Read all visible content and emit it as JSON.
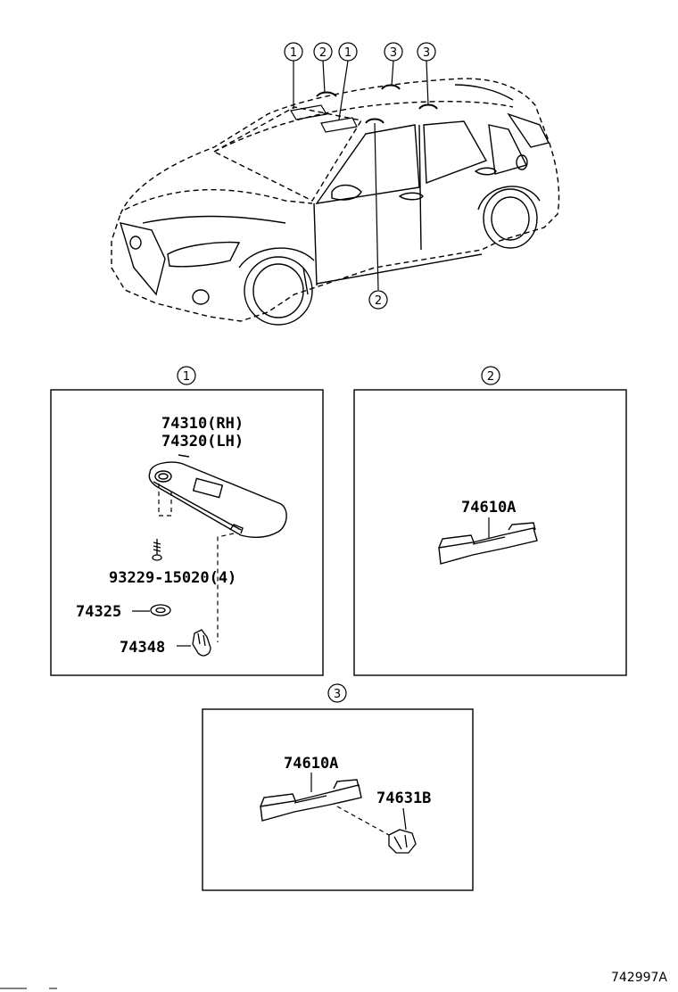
{
  "callouts": {
    "car_top": [
      "1",
      "2",
      "1",
      "3",
      "3"
    ],
    "car_bottom": "2",
    "panel1": "1",
    "panel2": "2",
    "panel3": "3"
  },
  "panel1": {
    "visor_rh": "74310(RH)",
    "visor_lh": "74320(LH)",
    "screw": "93229-15020(4)",
    "washer": "74325",
    "clip": "74348"
  },
  "panel2": {
    "grip": "74610A"
  },
  "panel3": {
    "grip": "74610A",
    "clip": "74631B"
  },
  "reference": "742997A"
}
